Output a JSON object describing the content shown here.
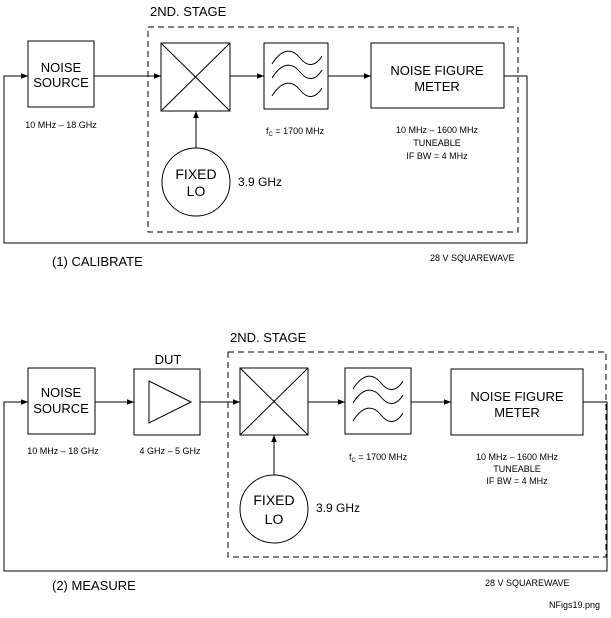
{
  "calibrate": {
    "stage_label": "2ND. STAGE",
    "noise_source": [
      "NOISE",
      "SOURCE"
    ],
    "noise_source_range": "10 MHz – 18 GHz",
    "filter_fc_prefix": "f",
    "filter_fc_sub": "C",
    "filter_fc_value": " = 1700 MHz",
    "nfm": [
      "NOISE FIGURE",
      "METER"
    ],
    "nfm_specs": [
      "10 MHz – 1600 MHz",
      "TUNEABLE",
      "IF BW = 4 MHz"
    ],
    "lo": [
      "FIXED",
      "LO"
    ],
    "lo_freq": "3.9 GHz",
    "squarewave": "28 V SQUAREWAVE",
    "caption": "(1) CALIBRATE"
  },
  "measure": {
    "stage_label": "2ND. STAGE",
    "dut_label": "DUT",
    "noise_source": [
      "NOISE",
      "SOURCE"
    ],
    "noise_source_range": "10 MHz – 18 GHz",
    "dut_range": "4 GHz – 5 GHz",
    "filter_fc_prefix": "f",
    "filter_fc_sub": "C",
    "filter_fc_value": " = 1700 MHz",
    "nfm": [
      "NOISE FIGURE",
      "METER"
    ],
    "nfm_specs": [
      "10 MHz – 1600 MHz",
      "TUNEABLE",
      "IF BW = 4 MHz"
    ],
    "lo": [
      "FIXED",
      "LO"
    ],
    "lo_freq": "3.9 GHz",
    "squarewave": "28 V SQUAREWAVE",
    "caption": "(2) MEASURE"
  },
  "filename": "NFigs19.png",
  "icons": [
    "mixer-icon",
    "bandpass-filter-icon",
    "amplifier-icon",
    "arrowhead-icon"
  ]
}
